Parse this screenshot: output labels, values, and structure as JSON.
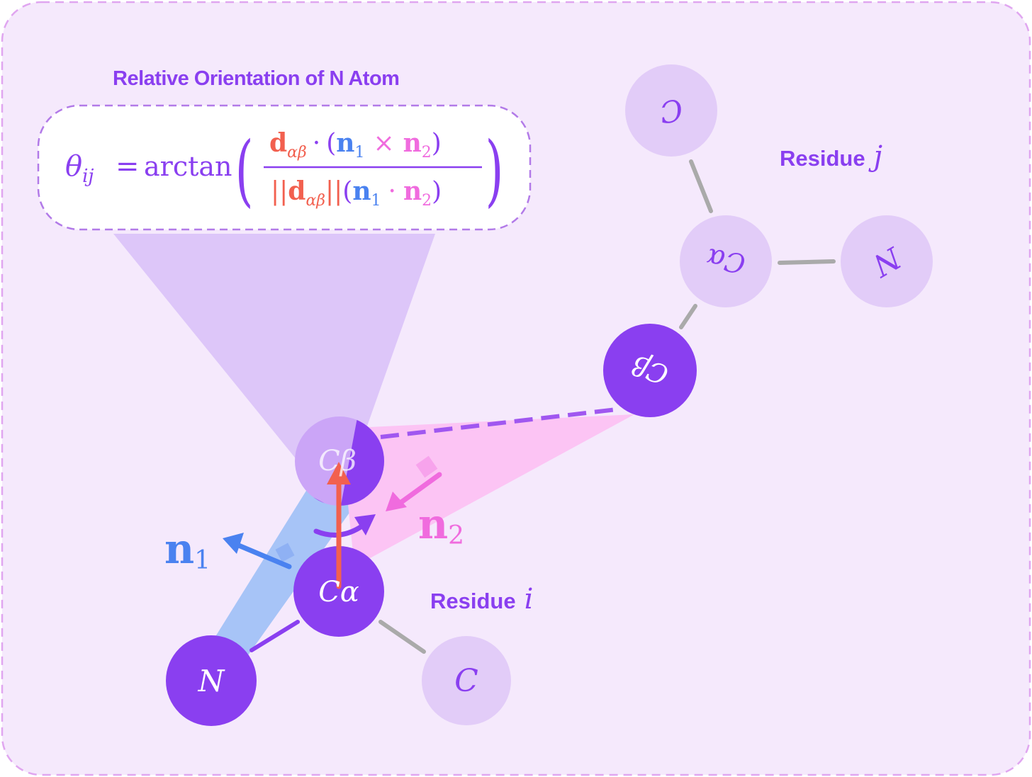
{
  "title": "Relative Orientation of N Atom",
  "formula": {
    "lhs": "θ",
    "lhs_sub": "ij",
    "equals": "=",
    "func": "arctan",
    "lparen": "(",
    "rparen": ")",
    "num_d": "d",
    "num_d_sub": "αβ",
    "num_dot": "·",
    "num_open": "(",
    "num_n1": "n",
    "num_n1_sub": "1",
    "num_cross": "×",
    "num_n2": "n",
    "num_n2_sub": "2",
    "num_close": ")",
    "den_bars_l": "||",
    "den_d": "d",
    "den_d_sub": "αβ",
    "den_bars_r": "||",
    "den_open": "(",
    "den_n1": "n",
    "den_n1_sub": "1",
    "den_dot": "·",
    "den_n2": "n",
    "den_n2_sub": "2",
    "den_close": ")"
  },
  "residue_i": {
    "word": "Residue",
    "symbol": "i"
  },
  "residue_j": {
    "word": "Residue",
    "symbol": "j"
  },
  "atoms": {
    "i_cb": "Cβ",
    "i_ca": "Cα",
    "i_n": "N",
    "i_c": "C",
    "j_cb": "Cβ",
    "j_ca": "Cα",
    "j_n": "N",
    "j_c": "C"
  },
  "vectors": {
    "n1": "n",
    "n1_sub": "1",
    "n2": "n",
    "n2_sub": "2"
  },
  "colors": {
    "background": "#f5e9fc",
    "border": "#e0a6f0",
    "purple": "#8a3ff0",
    "light_atom": "#e2ccf8",
    "blue": "#4a82f0",
    "pink": "#f06bde",
    "red": "#f2604f",
    "gray_bond": "#aaaaaa"
  }
}
